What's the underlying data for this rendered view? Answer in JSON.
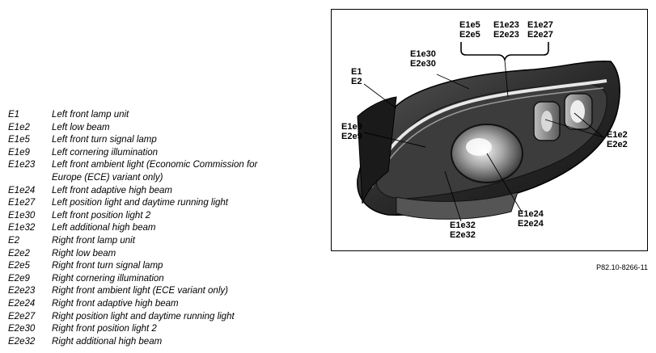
{
  "legend": [
    {
      "code": "E1",
      "desc": "Left front lamp unit"
    },
    {
      "code": "E1e2",
      "desc": "Left low beam"
    },
    {
      "code": "E1e5",
      "desc": "Left front turn signal lamp"
    },
    {
      "code": "E1e9",
      "desc": "Left cornering illumination"
    },
    {
      "code": "E1e23",
      "desc": "Left front ambient light (Economic Commission for Europe (ECE) variant only)"
    },
    {
      "code": "E1e24",
      "desc": "Left front adaptive high beam"
    },
    {
      "code": "E1e27",
      "desc": "Left position light and daytime running light"
    },
    {
      "code": "E1e30",
      "desc": "Left front position light 2"
    },
    {
      "code": "E1e32",
      "desc": "Left additional high beam"
    },
    {
      "code": "E2",
      "desc": "Right front lamp unit"
    },
    {
      "code": "E2e2",
      "desc": "Right low beam"
    },
    {
      "code": "E2e5",
      "desc": "Right front turn signal lamp"
    },
    {
      "code": "E2e9",
      "desc": "Right cornering illumination"
    },
    {
      "code": "E2e23",
      "desc": "Right front ambient light (ECE variant only)"
    },
    {
      "code": "E2e24",
      "desc": "Right front adaptive high beam"
    },
    {
      "code": "E2e27",
      "desc": "Right position light and daytime running light"
    },
    {
      "code": "E2e30",
      "desc": "Right front position light 2"
    },
    {
      "code": "E2e32",
      "desc": "Right additional high beam"
    }
  ],
  "callouts": {
    "e5": [
      "E1e5",
      "E2e5"
    ],
    "e23": [
      "E1e23",
      "E2e23"
    ],
    "e27": [
      "E1e27",
      "E2e27"
    ],
    "e30": [
      "E1e30",
      "E2e30"
    ],
    "e1": [
      "E1",
      "E2"
    ],
    "e9": [
      "E1e9",
      "E2e9"
    ],
    "e2": [
      "E1e2",
      "E2e2"
    ],
    "e32": [
      "E1e32",
      "E2e32"
    ],
    "e24": [
      "E1e24",
      "E2e24"
    ]
  },
  "figure_ref": "P82.10-8266-11"
}
